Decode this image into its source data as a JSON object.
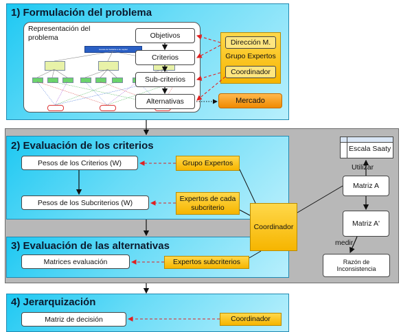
{
  "sections": {
    "s1": {
      "title": "1) Formulación del problema"
    },
    "s2": {
      "title": "2) Evaluación de los criterios"
    },
    "s3": {
      "title": "3) Evaluación de las alternativas"
    },
    "s4": {
      "title": "4) Jerarquización"
    }
  },
  "s1": {
    "repr_label": "Representación del problema",
    "hier_top": "Escala de Saldaña a de capital",
    "chain": [
      "Objetivos",
      "Criterios",
      "Sub-criterios",
      "Alternativas"
    ],
    "direccion": "Dirección M.",
    "grupo": "Grupo Expertos",
    "coordinador": "Coordinador",
    "mercado": "Mercado"
  },
  "s2": {
    "pesos_criterios": "Pesos de los Criterios (W)",
    "pesos_sub": "Pesos de los Subcriterios (W)",
    "grupo": "Grupo Expertos",
    "expertos_cada": "Expertos de cada subcriterio"
  },
  "s3": {
    "matrices": "Matrices evaluación",
    "expertos_sub": "Expertos subcriterios"
  },
  "s4": {
    "matriz_decision": "Matriz de decisión",
    "coordinador": "Coordinador"
  },
  "coordinador_central": "Coordinador",
  "right": {
    "escala": "Escala Saaty",
    "utilizar": "Utilizar",
    "matriz_a": "Matriz A",
    "matriz_a2": "Matriz A'",
    "medir": "medir",
    "razon": "Razón de Inconsistencia"
  },
  "colors": {
    "panel_blue": "#1ec8f2",
    "yellow": "#f6b500",
    "orange": "#f08a00",
    "red_arrow": "#e02020"
  }
}
